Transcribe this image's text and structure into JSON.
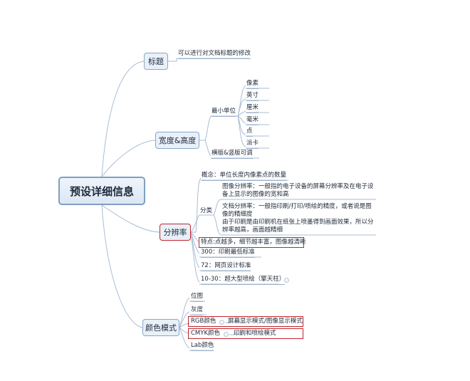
{
  "root": "预设详细信息",
  "title_node": {
    "label": "标题",
    "note": "可以进行对文档标题的修改"
  },
  "size_node": {
    "label": "宽度&高度",
    "min_unit": "最小单位",
    "units": [
      "像素",
      "英寸",
      "厘米",
      "毫米",
      "点",
      "派卡"
    ],
    "orientation": "横版&竖版可调"
  },
  "resolution_node": {
    "label": "分辨率",
    "concept": "概念：单位长度内像素点的数量",
    "category": "分类",
    "image_res": [
      "图像分辨率：一般指的电子设备的屏幕分辨率及在电子设",
      "备上显示的图像的宽和高"
    ],
    "doc_res": [
      "文档分辨率：一般指印刷/打印/喷绘的精度，或者说是图",
      "像的精细度",
      "由于印刷是由印刷机在纸张上喷墨得到画面效果，所以分",
      "辨率越高，画面越精细"
    ],
    "feature": "特点:点越多，细节越丰富，图像越清晰",
    "levels": [
      "300：印刷最低标准",
      "72：网页设计标准",
      "10-30：超大型喷绘（擎天柱）"
    ]
  },
  "color_node": {
    "label": "颜色模式",
    "modes": [
      "位图",
      "灰度",
      "RGB颜色",
      "CMYK颜色",
      "Lab颜色"
    ],
    "rgb_note": "屏幕显示模式/图像显示模式",
    "cmyk_note": "印刷和喷绘模式"
  }
}
